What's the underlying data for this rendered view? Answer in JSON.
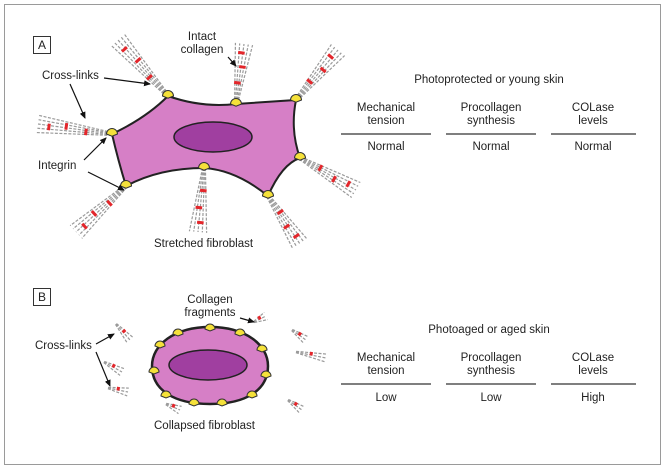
{
  "panel_a": {
    "letter": "A",
    "labels": {
      "cross_links": "Cross-links",
      "intact_collagen_line1": "Intact",
      "intact_collagen_line2": "collagen",
      "integrin": "Integrin",
      "cell": "Stretched fibroblast"
    },
    "condition": "Photoprotected or young skin",
    "columns": [
      {
        "line1": "Mechanical",
        "line2": "tension",
        "value": "Normal"
      },
      {
        "line1": "Procollagen",
        "line2": "synthesis",
        "value": "Normal"
      },
      {
        "line1": "COLase",
        "line2": "levels",
        "value": "Normal"
      }
    ]
  },
  "panel_b": {
    "letter": "B",
    "labels": {
      "cross_links": "Cross-links",
      "fragments_line1": "Collagen",
      "fragments_line2": "fragments",
      "cell": "Collapsed fibroblast"
    },
    "condition": "Photoaged or aged skin",
    "columns": [
      {
        "line1": "Mechanical",
        "line2": "tension",
        "value": "Low"
      },
      {
        "line1": "Procollagen",
        "line2": "synthesis",
        "value": "Low"
      },
      {
        "line1": "COLase",
        "line2": "levels",
        "value": "High"
      }
    ]
  },
  "colors": {
    "cytoplasm": "#d67fc6",
    "nucleus": "#a03fa0",
    "integrin": "#f5e13a",
    "crosslink": "#e3262b",
    "fiber": "#9a9a9a"
  }
}
